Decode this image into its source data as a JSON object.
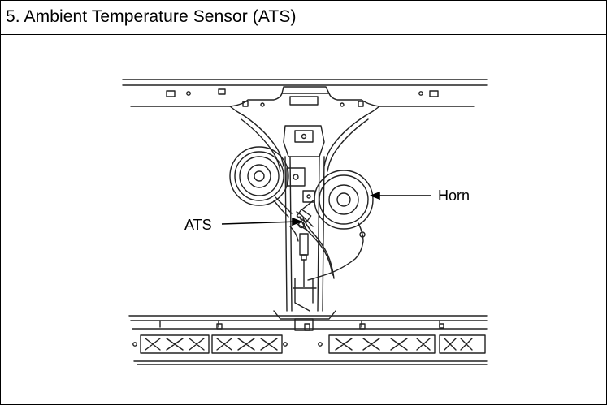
{
  "header": {
    "title": "5. Ambient Temperature Sensor (ATS)"
  },
  "diagram": {
    "labels": {
      "horn": "Horn",
      "ats": "ATS"
    }
  }
}
